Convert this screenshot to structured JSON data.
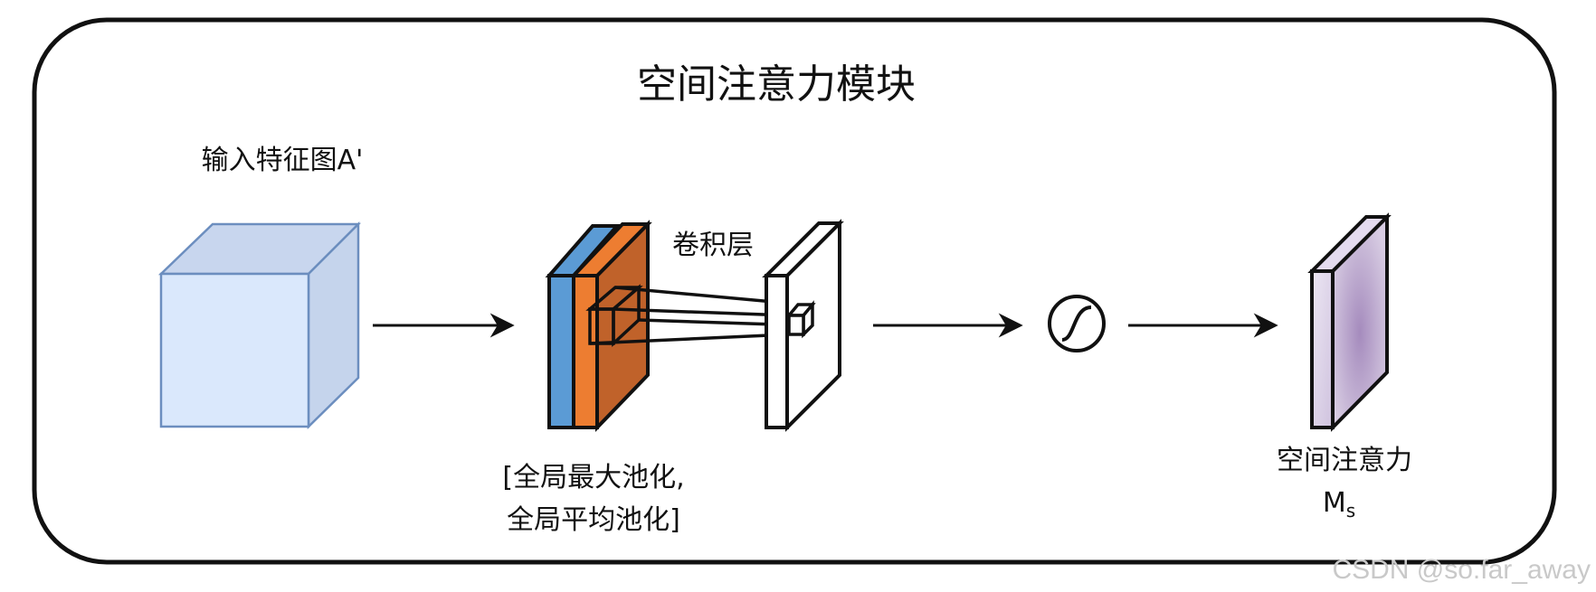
{
  "title": "空间注意力模块",
  "input_label": "输入特征图A'",
  "conv_label": "卷积层",
  "pool_label_line1": "[全局最大池化,",
  "pool_label_line2": "全局平均池化]",
  "output_label_line1": "空间注意力",
  "output_label_main": "M",
  "output_label_sub": "s",
  "watermark": "CSDN @so.far_away",
  "colors": {
    "cube_front": "#dae8fc",
    "cube_side": "#c5d5ee",
    "cube_stroke": "#6c8ebf",
    "pool_blue": "#5b9bd5",
    "pool_orange": "#ed7d31",
    "pool_dark_orange": "#c0622a",
    "attention_light": "#e1d5e7",
    "attention_mid": "#9673a6",
    "stroke": "#111111"
  },
  "icons": [
    "sigmoid-icon"
  ]
}
